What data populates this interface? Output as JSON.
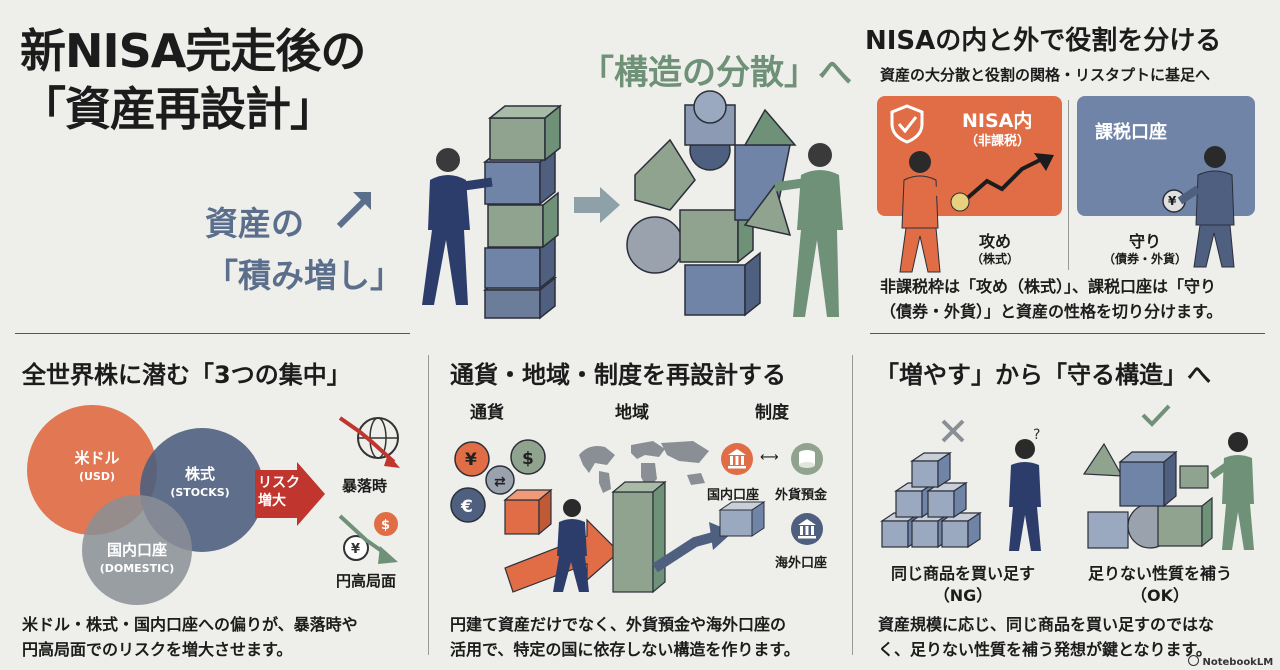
{
  "hero": {
    "title_line1": "新NISA完走後の",
    "title_line2": "「資産再設計」",
    "accent_right": "「構造の分散」へ",
    "accent_left_line1": "資産の",
    "accent_left_line2": "「積み増し」"
  },
  "nisa_panel": {
    "title": "NISAの内と外で役割を分ける",
    "subtitle": "資産の大分散と役割の関格・リスタプトに基足へ",
    "left_card_title": "NISA内",
    "left_card_sub": "（非課税）",
    "right_card_title": "課税口座",
    "left_cap": "攻め",
    "left_cap_sub": "（株式）",
    "right_cap": "守り",
    "right_cap_sub": "（債券・外貨）",
    "body_line1": "非課税枠は「攻め（株式）」、課税口座は「守り",
    "body_line2": "（債券・外貨）」と資産の性格を切り分けます。"
  },
  "concentration": {
    "title": "全世界株に潜む「3つの集中」",
    "circle1": "米ドル",
    "circle1_sub": "(USD)",
    "circle2": "株式",
    "circle2_sub": "(STOCKS)",
    "circle3": "国内口座",
    "circle3_sub": "(DOMESTIC)",
    "risk_line1": "リスク",
    "risk_line2": "増大",
    "crash_label": "暴落時",
    "yen_label": "円高局面",
    "body_line1": "米ドル・株式・国内口座への偏りが、暴落時や",
    "body_line2": "円高局面でのリスクを増大させます。"
  },
  "redesign": {
    "title": "通貨・地域・制度を再設計する",
    "col1": "通貨",
    "col2": "地域",
    "col3": "制度",
    "inst1": "国内口座",
    "inst2": "外貨預金",
    "inst3": "海外口座",
    "body_line1": "円建て資産だけでなく、外貨預金や海外口座の",
    "body_line2": "活用で、特定の国に依存しない構造を作ります。"
  },
  "protect": {
    "title": "「増やす」から「守る構造」へ",
    "left_cap": "同じ商品を買い足す",
    "left_cap_sub": "（NG）",
    "right_cap": "足りない性質を補う",
    "right_cap_sub": "（OK）",
    "body_line1": "資産規模に応じ、同じ商品を買い足すのではな",
    "body_line2": "く、足りない性質を補う発想が鍵となります。"
  },
  "footer": {
    "brand": "NotebookLM"
  },
  "colors": {
    "orange": "#e06d45",
    "navy": "#4f5f80",
    "green": "#6e9178",
    "slate": "#6f84a6",
    "red": "#c0352d"
  }
}
